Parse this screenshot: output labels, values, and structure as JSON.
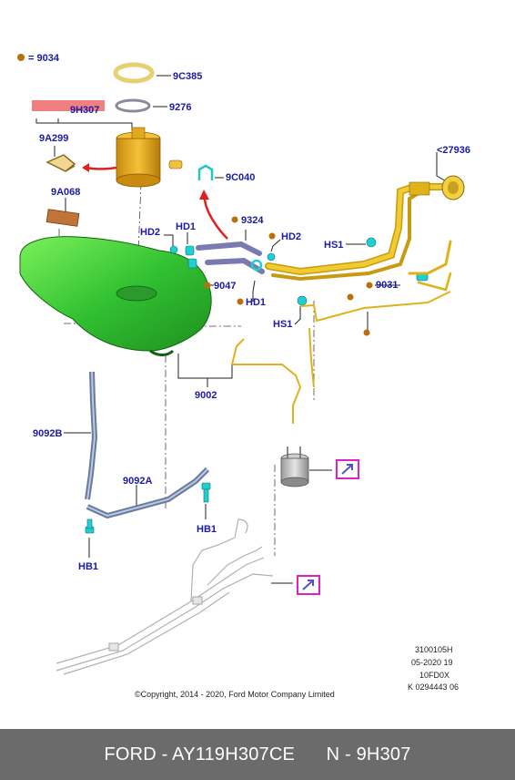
{
  "legend": {
    "symbol_color": "#b8700a",
    "text": "= 9034"
  },
  "highlight_color": "#f08080",
  "part_labels": {
    "p9C385": "9C385",
    "p9276": "9276",
    "p9H307": "9H307",
    "p9A299": "9A299",
    "p9C040": "9C040",
    "p27936": "<27936",
    "p9A068": "9A068",
    "p9324": "9324",
    "hd2_left": "HD2",
    "hd1_top": "HD1",
    "hd2_right": "HD2",
    "hs1_right": "HS1",
    "p9047": "9047",
    "hd1_bottom": "HD1",
    "p9031": "9031",
    "hs1_bottom": "HS1",
    "p9002": "9002",
    "p9092B": "9092B",
    "p9092A": "9092A",
    "hb1_right": "HB1",
    "hb1_left": "HB1"
  },
  "meta_codes": [
    "3100105H",
    "05-2020 19",
    "10FD0X",
    "K 0294443 06"
  ],
  "copyright": "©Copyright, 2014 - 2020, Ford Motor Company Limited",
  "footer": {
    "left": "FORD - AY119H307CE",
    "right": "N - 9H307"
  },
  "colors": {
    "label": "#1a1aa8",
    "tank": "#3fd23f",
    "pipe": "#e0b21a",
    "nav_link": "#e020c0",
    "arrow": "#e02020",
    "clip": "#20c8c8"
  }
}
